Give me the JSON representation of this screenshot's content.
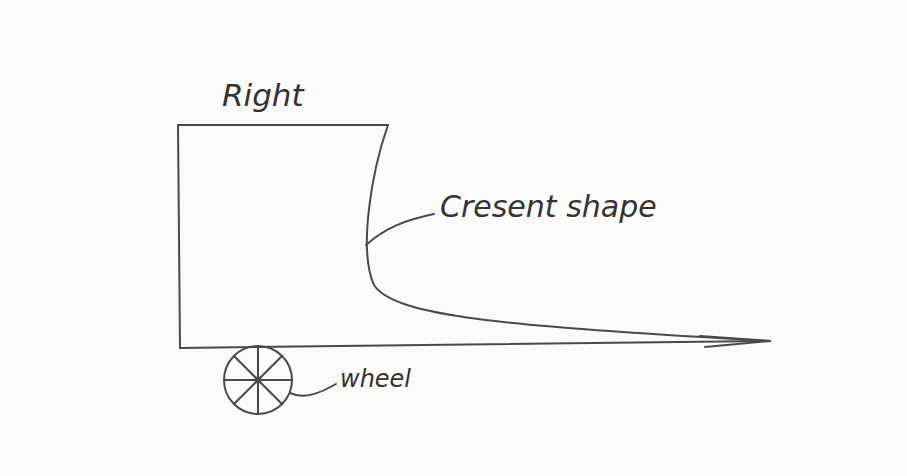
{
  "diagram": {
    "labels": [
      "Right",
      "Cresent shape",
      "wheel"
    ]
  }
}
